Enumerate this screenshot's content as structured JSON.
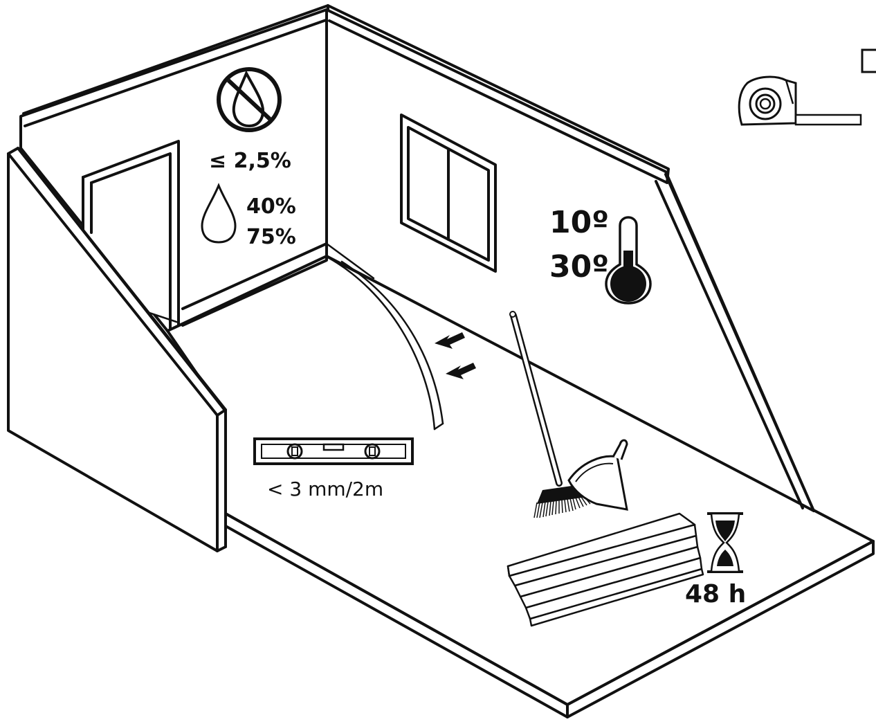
{
  "labels": {
    "subfloor_moisture": "≤ 2,5%",
    "humidity_min": "40%",
    "humidity_max": "75%",
    "temp_min": "10º",
    "temp_max": "30º",
    "flatness": "< 3 mm/2m",
    "acclimatization": "48 h"
  },
  "icons": [
    "no-water-icon",
    "water-drop-icon",
    "thermometer-icon",
    "spirit-level-icon",
    "tape-measure-icon",
    "broom-icon",
    "dustpan-icon",
    "hourglass-icon",
    "floor-planks-icon",
    "arrow-icon"
  ]
}
